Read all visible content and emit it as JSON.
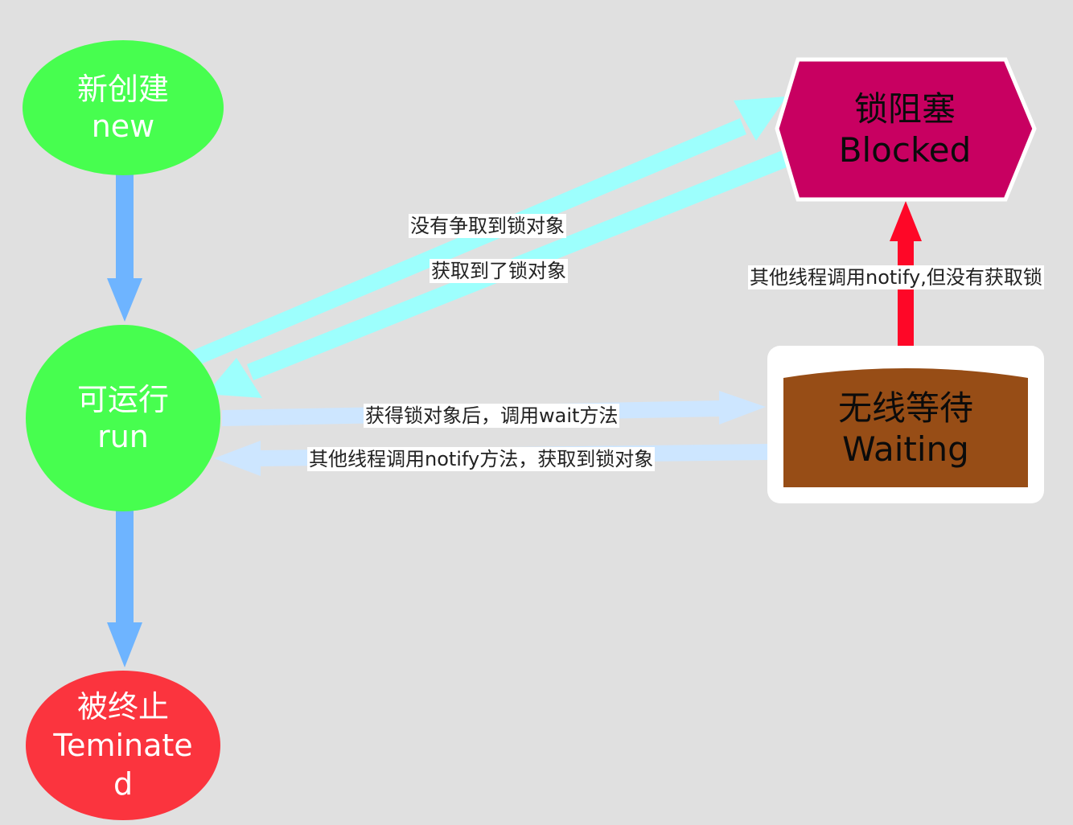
{
  "nodes": {
    "new": {
      "cn": "新创建",
      "en": "new",
      "color": "#47fe4f"
    },
    "run": {
      "cn": "可运行",
      "en": "run",
      "color": "#47fe4f"
    },
    "terminated": {
      "cn": "被终止",
      "en_line1": "Teminate",
      "en_line2": "d",
      "color": "#fb343e"
    },
    "blocked": {
      "cn": "锁阻塞",
      "en": "Blocked",
      "color": "#c80061"
    },
    "waiting": {
      "cn": "无线等待",
      "en": "Waiting",
      "color": "#974d16"
    }
  },
  "edges": {
    "run_to_blocked": "没有争取到锁对象",
    "blocked_to_run": "获取到了锁对象",
    "waiting_to_blocked": "其他线程调用notify,但没有获取锁",
    "run_to_waiting": "获得锁对象后，调用wait方法",
    "waiting_to_run": "其他线程调用notify方法，获取到锁对象"
  },
  "colors": {
    "background": "#e0e0e0",
    "lifecycle_arrow": "#6eb4ff",
    "lock_arrow": "#9dfffd",
    "wait_arrow": "#cde6ff",
    "notify_arrow": "#fe0727"
  }
}
